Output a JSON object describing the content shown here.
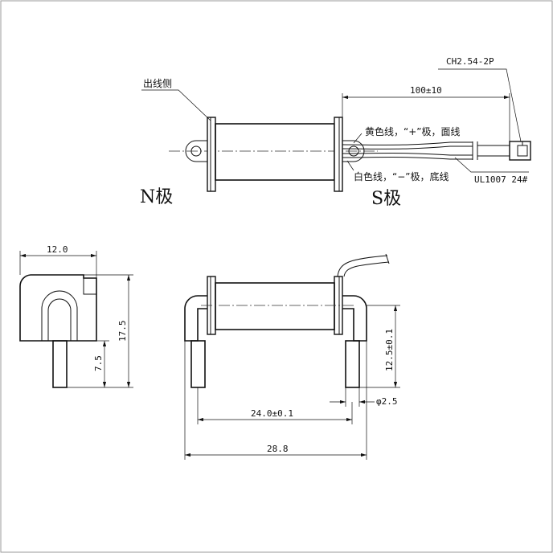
{
  "labels": {
    "connector": "CH2.54-2P",
    "outlet_side": "出线侧",
    "lead_length": "100±10",
    "yellow_wire": "黄色线，“+”极，面线",
    "white_wire": "白色线，“−”极，底线",
    "wire_spec": "UL1007 24#",
    "n_pole": "N极",
    "s_pole": "S极",
    "side_width": "12.0",
    "side_height": "17.5",
    "pin_length": "7.5",
    "pin_spacing": "24.0±0.1",
    "overall_length": "28.8",
    "height_to_pin": "12.5±0.1",
    "pin_diameter": "φ2.5"
  }
}
